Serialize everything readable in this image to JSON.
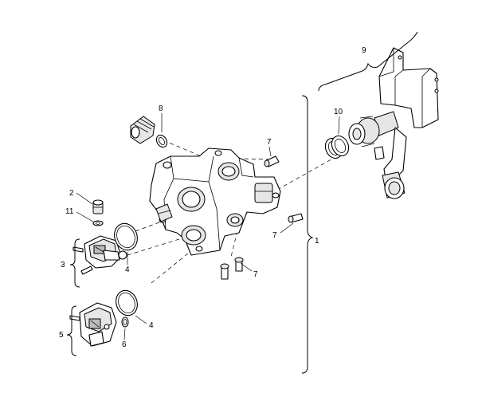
{
  "callouts": {
    "c1": "1",
    "c2": "2",
    "c3": "3",
    "c4a": "4",
    "c4b": "4",
    "c5": "5",
    "c6": "6",
    "c7a": "7",
    "c7b": "7",
    "c7c": "7",
    "c8": "8",
    "c9": "9",
    "c10": "10",
    "c11": "11"
  }
}
